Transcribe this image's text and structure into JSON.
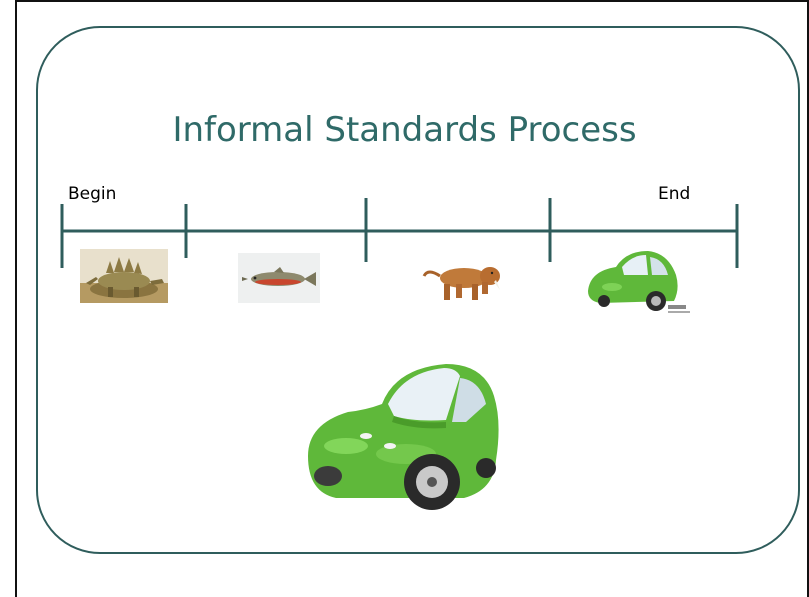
{
  "slide": {
    "title": "Informal Standards Process",
    "begin_label": "Begin",
    "end_label": "End"
  },
  "timeline": {
    "stages": [
      {
        "icon": "stegosaurus-icon"
      },
      {
        "icon": "fish-icon"
      },
      {
        "icon": "sabertooth-cat-icon"
      },
      {
        "icon": "green-car-small-icon"
      }
    ],
    "result_icon": "green-car-large-icon"
  },
  "colors": {
    "teal": "#2f5d5c",
    "title": "#2f6a68",
    "car_green": "#5fb83a"
  }
}
